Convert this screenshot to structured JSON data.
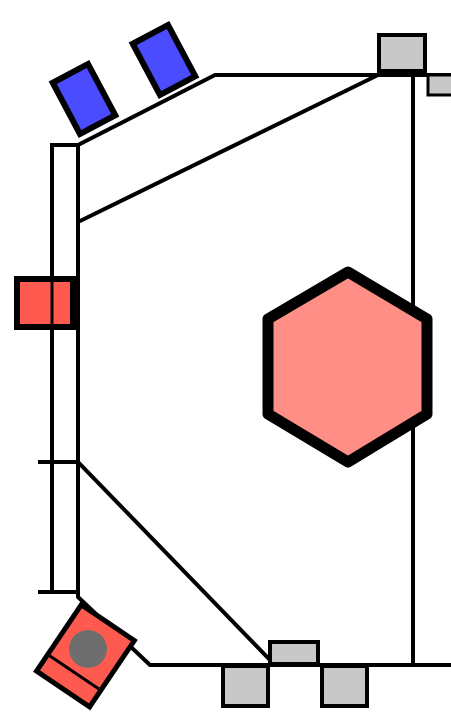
{
  "colors": {
    "background": "#ffffff",
    "outline": "#000000",
    "blue_tile": "#4b4bff",
    "red_tile": "#ff5a4f",
    "hexagon_fill": "#ff8e86",
    "gray_tile": "#c8c8c8",
    "gray_token": "#6e6e6e"
  },
  "pieces": {
    "blue_tiles": 2,
    "red_tiles": 2,
    "gray_tiles": 5,
    "hexagons": 1,
    "tokens": 1
  }
}
